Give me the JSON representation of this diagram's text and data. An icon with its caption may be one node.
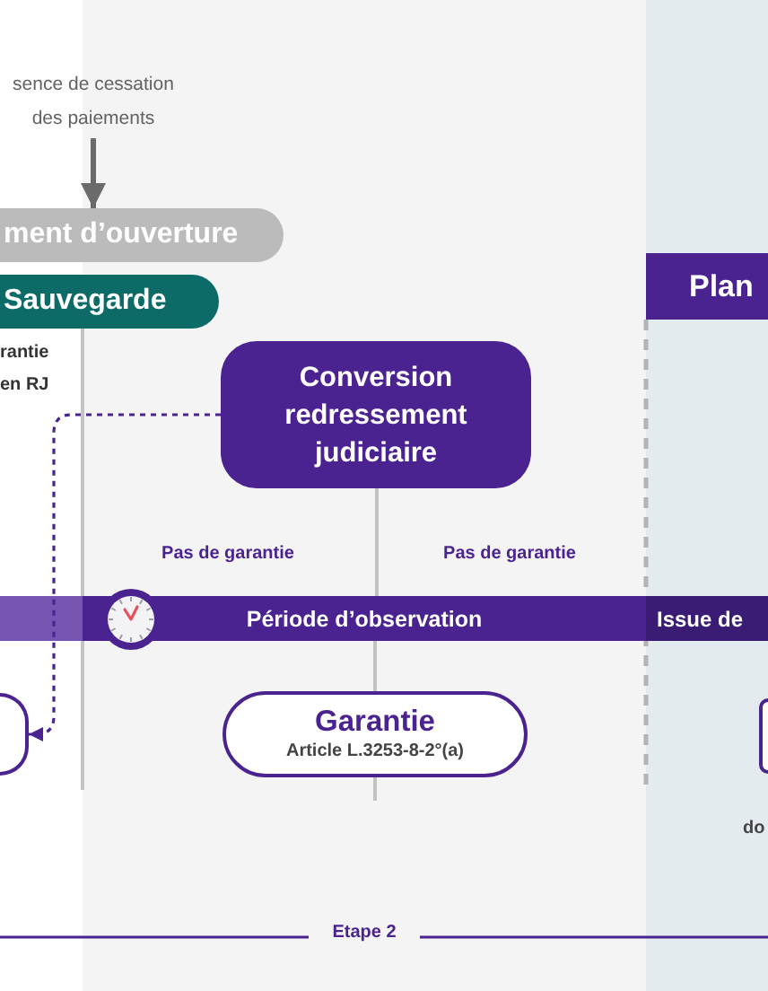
{
  "diagram": {
    "nodes": [
      {
        "text": [
          "sence de cessation des paiements"
        ]
      },
      {
        "text": [
          "ment d’ouverture"
        ]
      },
      {
        "text": [
          "Plan"
        ]
      },
      {
        "text": [
          "Sauvegarde"
        ]
      },
      {
        "text": [
          "Conversion redressement judiciaire"
        ]
      },
      {
        "text": [
          "Période d’observation"
        ]
      },
      {
        "text": [
          "Issue de"
        ]
      },
      {
        "text": [],
        "shape": "box"
      },
      {
        "text": [
          "Garantie",
          "Article L.3253-8-2°(a)"
        ]
      },
      {
        "text": [],
        "shape": "box"
      }
    ],
    "edges": [
      {
        "from": 0,
        "to": 1,
        "arrow": "to",
        "color": "#6b6b6b"
      },
      {
        "from": 4,
        "to": 7,
        "arrow": "to",
        "style": "dashed",
        "color": "#4b2391"
      },
      {
        "from": 4,
        "to": 5,
        "arrow": "none",
        "color": "#c2c2c2"
      },
      {
        "from": 5,
        "to": 8,
        "arrow": "none",
        "color": "#c2c2c2"
      }
    ],
    "labels": [
      "rantie en RJ",
      "Pas de garantie",
      "Pas de garantie",
      "do",
      "Etape 2"
    ]
  }
}
